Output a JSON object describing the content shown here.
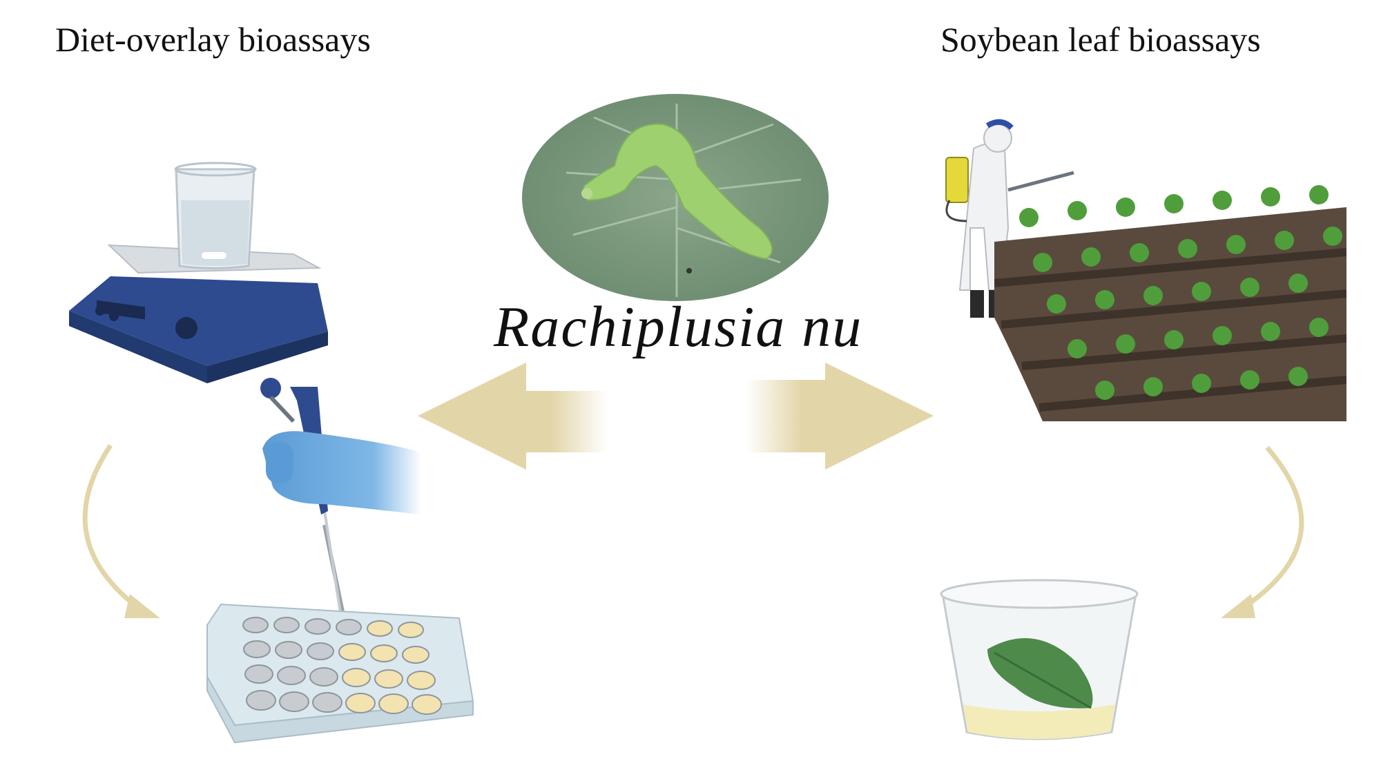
{
  "panels": {
    "left": {
      "title": "Diet-overlay bioassays"
    },
    "right": {
      "title": "Soybean leaf bioassays"
    }
  },
  "center": {
    "species": "Rachiplusia nu"
  },
  "colors": {
    "arrow": "#e2d5a8",
    "leaf_green": "#4f9e3b",
    "soil": "#5a4a3e",
    "glove": "#6aa8dc",
    "stirrer": "#2f4b8f",
    "caterpillar": "#9fd070"
  },
  "icons": [
    "stirrer-icon",
    "pipette-icon",
    "well-plate-icon",
    "caterpillar-photo",
    "sprayer-person-icon",
    "soybean-field-icon",
    "cup-leaf-icon"
  ]
}
